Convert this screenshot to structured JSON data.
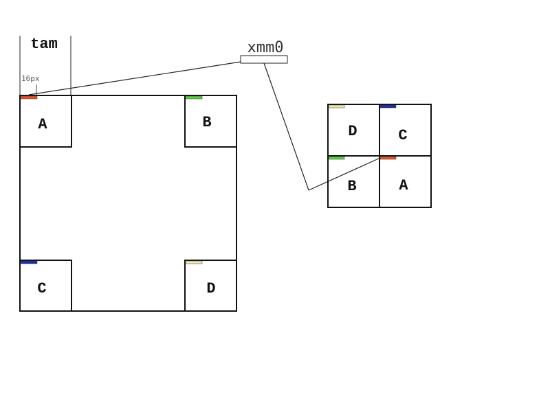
{
  "left": {
    "title": "tam",
    "pixel_size_label": "16px",
    "cells": {
      "top_left": "A",
      "top_right": "B",
      "bottom_left": "C",
      "bottom_right": "D"
    }
  },
  "register": {
    "name": "xmm0"
  },
  "right": {
    "cells": {
      "top_left": "D",
      "top_right": "C",
      "bottom_left": "B",
      "bottom_right": "A"
    }
  },
  "colors": {
    "A": "#e0582a",
    "B": "#5ccf45",
    "C": "#1f2fa8",
    "D": "#f5e7b4"
  }
}
